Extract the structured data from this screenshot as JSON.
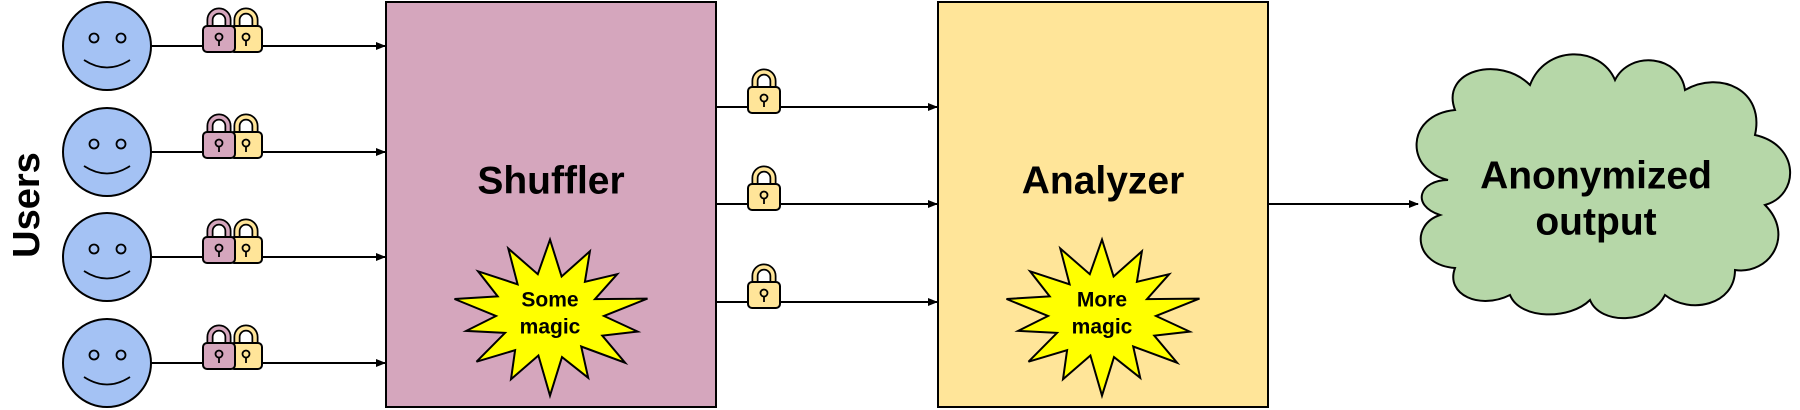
{
  "side_label": "Users",
  "users_count": 4,
  "shuffler": {
    "title": "Shuffler",
    "star_line1": "Some",
    "star_line2": "magic"
  },
  "analyzer": {
    "title": "Analyzer",
    "star_line1": "More",
    "star_line2": "magic"
  },
  "output": {
    "line1": "Anonymized",
    "line2": "output"
  },
  "colors": {
    "face": "#a4c2f4",
    "shuffler_box": "#d5a6bd",
    "analyzer_box": "#ffe599",
    "cloud": "#b6d7a8",
    "starburst": "#ffff00",
    "lock_pink": "#d5a6bd",
    "lock_yellow": "#ffe599"
  }
}
